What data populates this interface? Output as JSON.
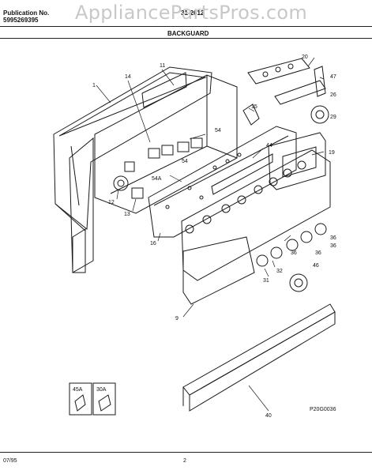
{
  "header": {
    "publication_label": "Publication No.",
    "publication_number": "5995269395",
    "model_code": "31-2612",
    "watermark": "AppliancePartsPros.com",
    "section_title": "BACKGUARD"
  },
  "callouts": [
    "1",
    "11",
    "14",
    "15",
    "20",
    "47",
    "26",
    "29",
    "54",
    "44",
    "19",
    "54A",
    "54",
    "12",
    "13",
    "16",
    "36",
    "36",
    "36",
    "36",
    "32",
    "31",
    "46",
    "9",
    "40",
    "45A",
    "30A"
  ],
  "figure_code": "P20G0036",
  "footer": {
    "date": "07/95",
    "page": "2"
  }
}
